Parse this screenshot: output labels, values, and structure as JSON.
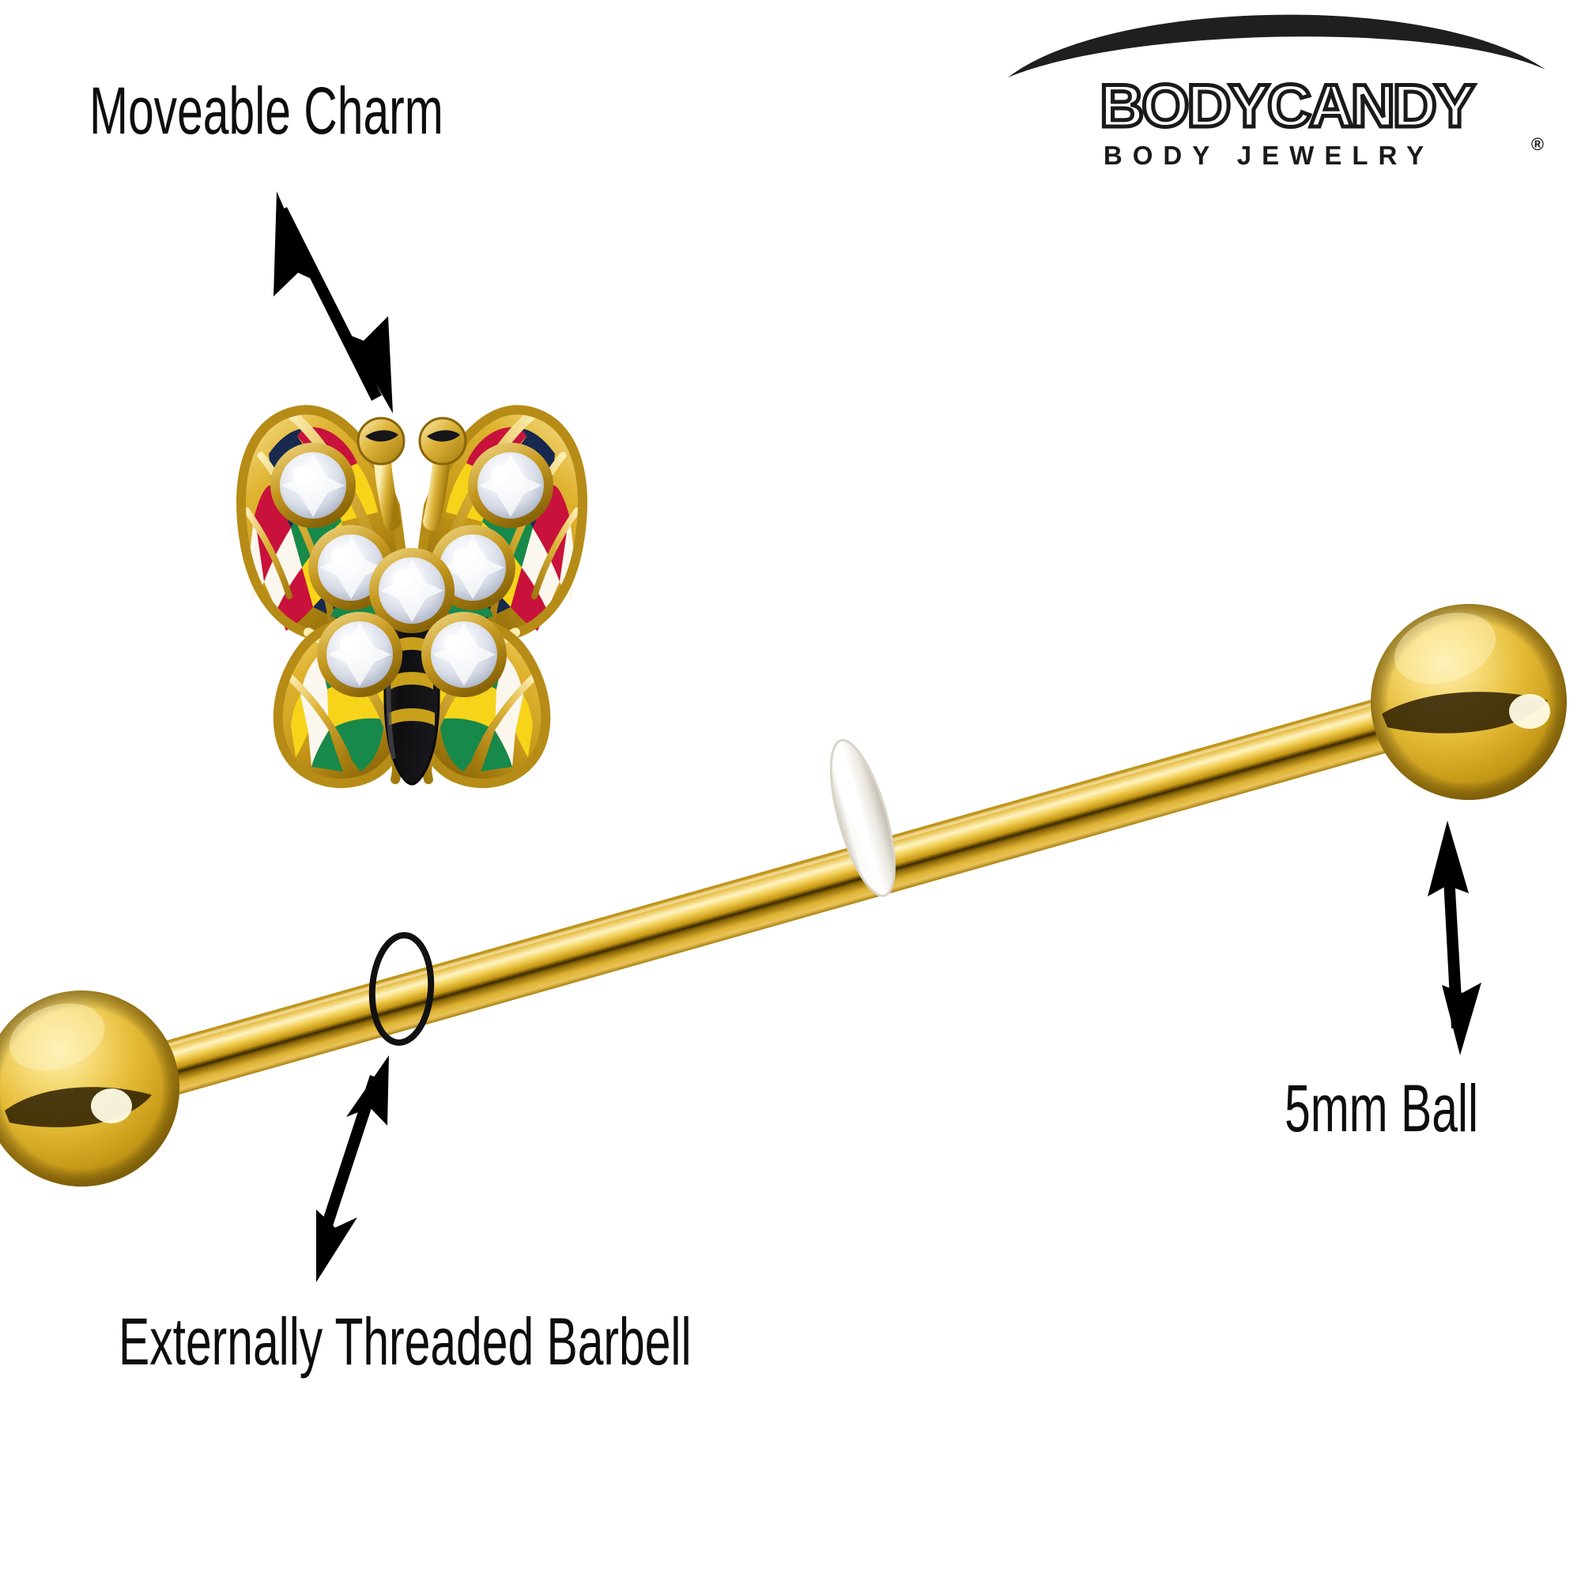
{
  "product": {
    "type": "industrial-barbell-with-charm",
    "background_color": "#ffffff"
  },
  "brand": {
    "name": "BODYCANDY",
    "tagline": "BODY JEWELRY",
    "registered_mark": "®",
    "logo_color": "#1a1a1a",
    "swoosh_name": "brand-arc-swoosh"
  },
  "callouts": [
    {
      "id": "moveable-charm",
      "label": "Moveable Charm",
      "arrow": "double-headed-arrow",
      "points_to": "butterfly-charm"
    },
    {
      "id": "externally-threaded",
      "label": "Externally Threaded Barbell",
      "arrow": "double-headed-arrow",
      "points_to": "barbell-thread-area"
    },
    {
      "id": "5mm-ball",
      "label": "5mm Ball",
      "arrow": "double-headed-arrow",
      "points_to": "barbell-right-ball"
    }
  ],
  "charm": {
    "name": "butterfly-charm",
    "crystal_count": 7,
    "crystal_color": "#f4f6fb",
    "metal_color": "#d9ac27",
    "metal_highlight": "#f7dd7a",
    "metal_shadow": "#9b7310",
    "enamel_colors": {
      "red": "#c8123c",
      "yellow": "#f7d41a",
      "green": "#17894a",
      "navy": "#18294f",
      "white": "#fbf7ee",
      "black": "#121214"
    }
  },
  "barbell": {
    "name": "industrial-barbell",
    "bar_color": "#e3b624",
    "bar_highlight": "#fff0b0",
    "bar_shadow": "#6d4e06",
    "ball_color": "#e8bc2c",
    "ball_label": "5mm Ball",
    "oring": {
      "name": "retaining-oring",
      "color": "#f2f1ee"
    },
    "thread_marker": {
      "name": "thread-area-ellipse",
      "stroke_color": "#111111"
    }
  }
}
